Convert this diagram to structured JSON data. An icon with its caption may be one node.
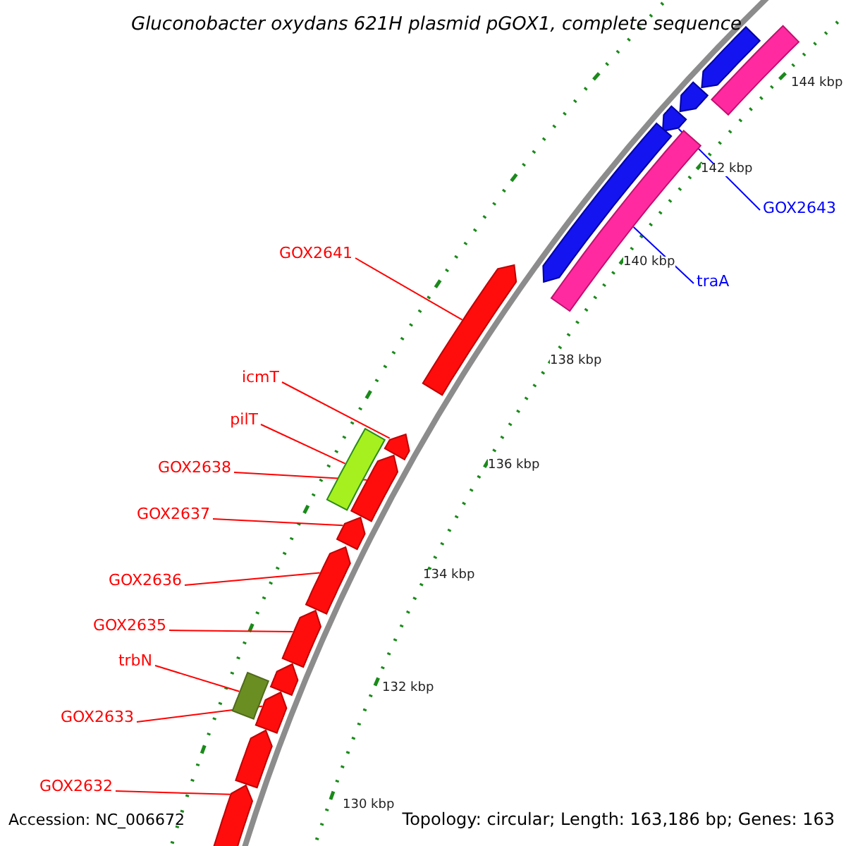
{
  "diagram": {
    "title": "Gluconobacter oxydans 621H plasmid pGOX1, complete sequence",
    "nodes": [
      {
        "text": [
          "GOX2641"
        ]
      },
      {
        "text": [
          "icmT"
        ]
      },
      {
        "text": [
          "pilT"
        ]
      },
      {
        "text": [
          "GOX2638"
        ]
      },
      {
        "text": [
          "GOX2637"
        ]
      },
      {
        "text": [
          "GOX2636"
        ]
      },
      {
        "text": [
          "GOX2635"
        ]
      },
      {
        "text": [
          "trbN"
        ]
      },
      {
        "text": [
          "GOX2633"
        ]
      },
      {
        "text": [
          "GOX2632"
        ]
      },
      {
        "text": [
          "GOX2643"
        ]
      },
      {
        "text": [
          "traA"
        ]
      },
      {
        "text": [],
        "shape": "arrow"
      },
      {
        "text": [],
        "shape": "arrow"
      },
      {
        "text": [],
        "shape": "bar"
      },
      {
        "text": [],
        "shape": "arrow"
      },
      {
        "text": [],
        "shape": "arrow"
      },
      {
        "text": [],
        "shape": "arrow"
      },
      {
        "text": [],
        "shape": "arrow"
      },
      {
        "text": [],
        "shape": "arrow"
      },
      {
        "text": [],
        "shape": "bar"
      },
      {
        "text": [],
        "shape": "arrow"
      },
      {
        "text": [],
        "shape": "arrow"
      },
      {
        "text": [],
        "shape": "arrow"
      },
      {
        "text": [],
        "shape": "arrow"
      },
      {
        "text": [],
        "shape": "arrow"
      },
      {
        "text": [],
        "shape": "arrow"
      },
      {
        "text": [],
        "shape": "arrow"
      },
      {
        "text": [],
        "shape": "bar"
      },
      {
        "text": [],
        "shape": "bar"
      }
    ],
    "edges": [
      {
        "from": 0,
        "to": 12,
        "arrow": "none"
      },
      {
        "from": 1,
        "to": 13,
        "arrow": "none"
      },
      {
        "from": 2,
        "to": 14,
        "arrow": "none"
      },
      {
        "from": 3,
        "to": 15,
        "arrow": "none"
      },
      {
        "from": 4,
        "to": 16,
        "arrow": "none"
      },
      {
        "from": 5,
        "to": 17,
        "arrow": "none"
      },
      {
        "from": 6,
        "to": 18,
        "arrow": "none"
      },
      {
        "from": 7,
        "to": 20,
        "arrow": "none"
      },
      {
        "from": 8,
        "to": 21,
        "arrow": "none"
      },
      {
        "from": 9,
        "to": 23,
        "arrow": "none"
      },
      {
        "from": 10,
        "to": 26,
        "arrow": "none",
        "color": "#0000ff"
      },
      {
        "from": 11,
        "to": 29,
        "arrow": "none",
        "color": "#0000ff"
      }
    ],
    "labels": [
      "144 kbp",
      "142 kbp",
      "140 kbp",
      "138 kbp",
      "136 kbp",
      "134 kbp",
      "132 kbp",
      "130 kbp",
      "Accession: NC_006672",
      "Topology: circular; Length: 163,186 bp; Genes: 163"
    ]
  }
}
